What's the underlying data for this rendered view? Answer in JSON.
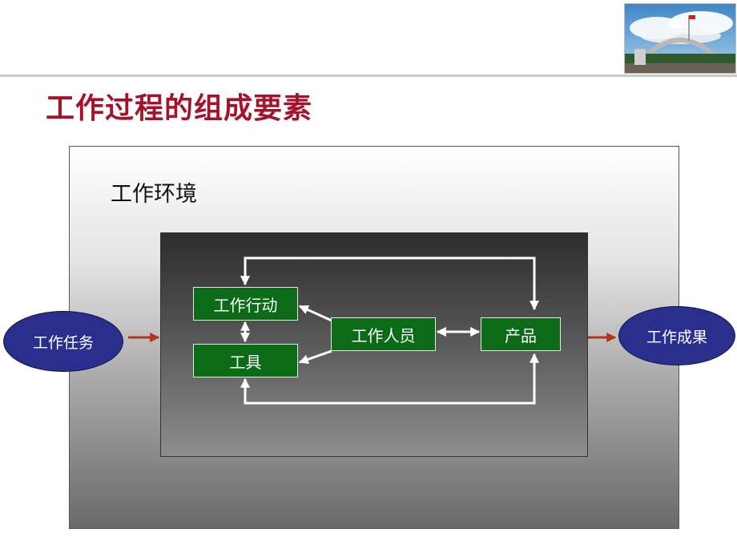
{
  "slide": {
    "title": "工作过程的组成要素"
  },
  "diagram": {
    "environment_label": "工作环境",
    "input_label": "工作任务",
    "output_label": "工作成果",
    "nodes": {
      "action": "工作行动",
      "tools": "工具",
      "people": "工作人员",
      "product": "产品"
    },
    "colors": {
      "title": "#a5122a",
      "green_box": "#0b6b16",
      "ellipse": "#2a2f8e",
      "io_arrow": "#b5331c",
      "inner_arrow": "#ffffff"
    }
  }
}
